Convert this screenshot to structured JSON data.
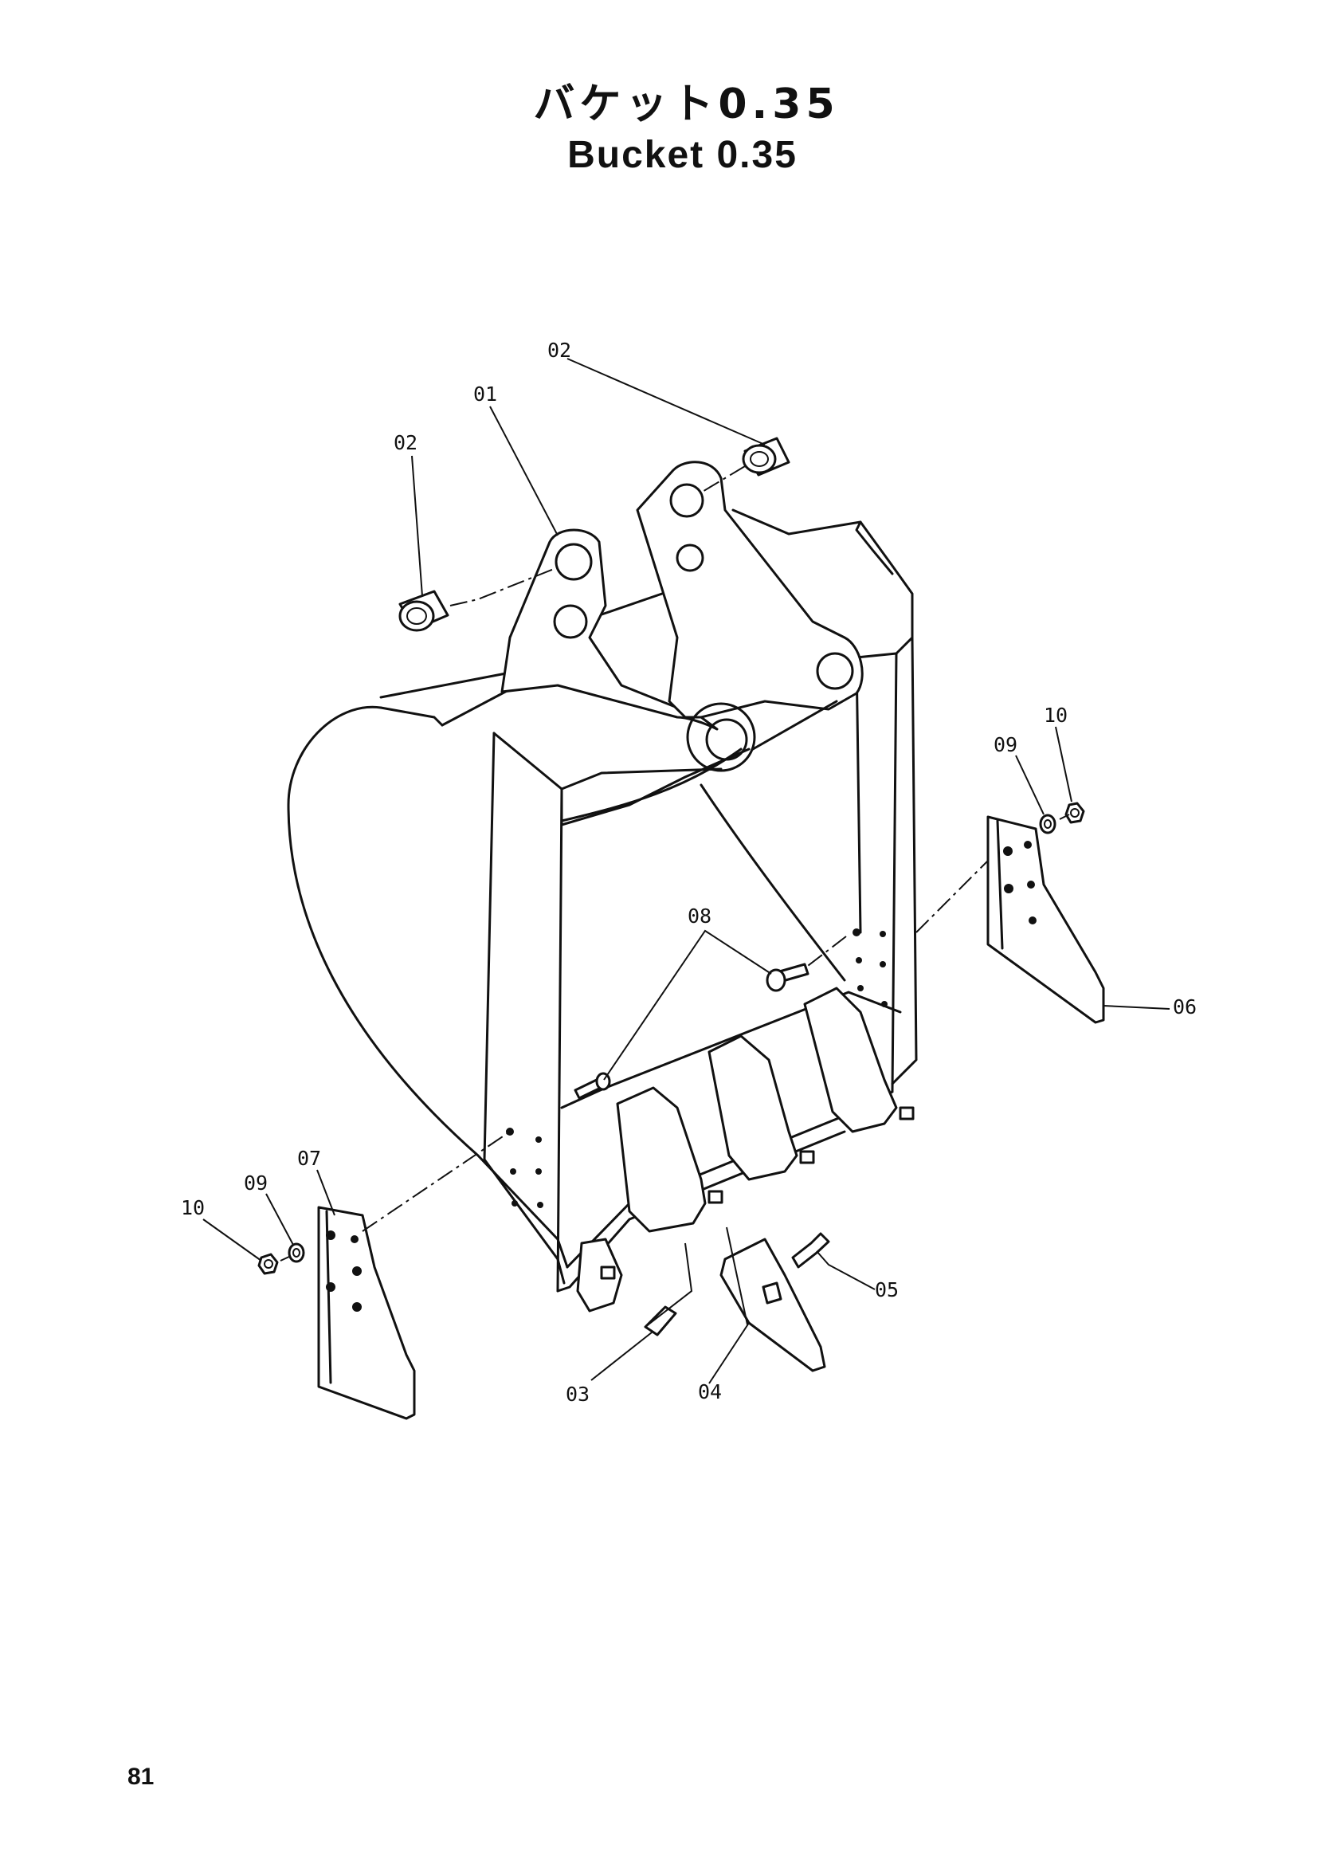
{
  "header": {
    "title_jp": "バケット0.35",
    "title_en": "Bucket 0.35"
  },
  "callouts": [
    {
      "id": "c02a",
      "label": "02"
    },
    {
      "id": "c02b",
      "label": "02"
    },
    {
      "id": "c01",
      "label": "01"
    },
    {
      "id": "c10r",
      "label": "10"
    },
    {
      "id": "c09r",
      "label": "09"
    },
    {
      "id": "c08",
      "label": "08"
    },
    {
      "id": "c06",
      "label": "06"
    },
    {
      "id": "c07",
      "label": "07"
    },
    {
      "id": "c09l",
      "label": "09"
    },
    {
      "id": "c10l",
      "label": "10"
    },
    {
      "id": "c05",
      "label": "05"
    },
    {
      "id": "c03",
      "label": "03"
    },
    {
      "id": "c04",
      "label": "04"
    }
  ],
  "footer": {
    "page_number": "81"
  }
}
